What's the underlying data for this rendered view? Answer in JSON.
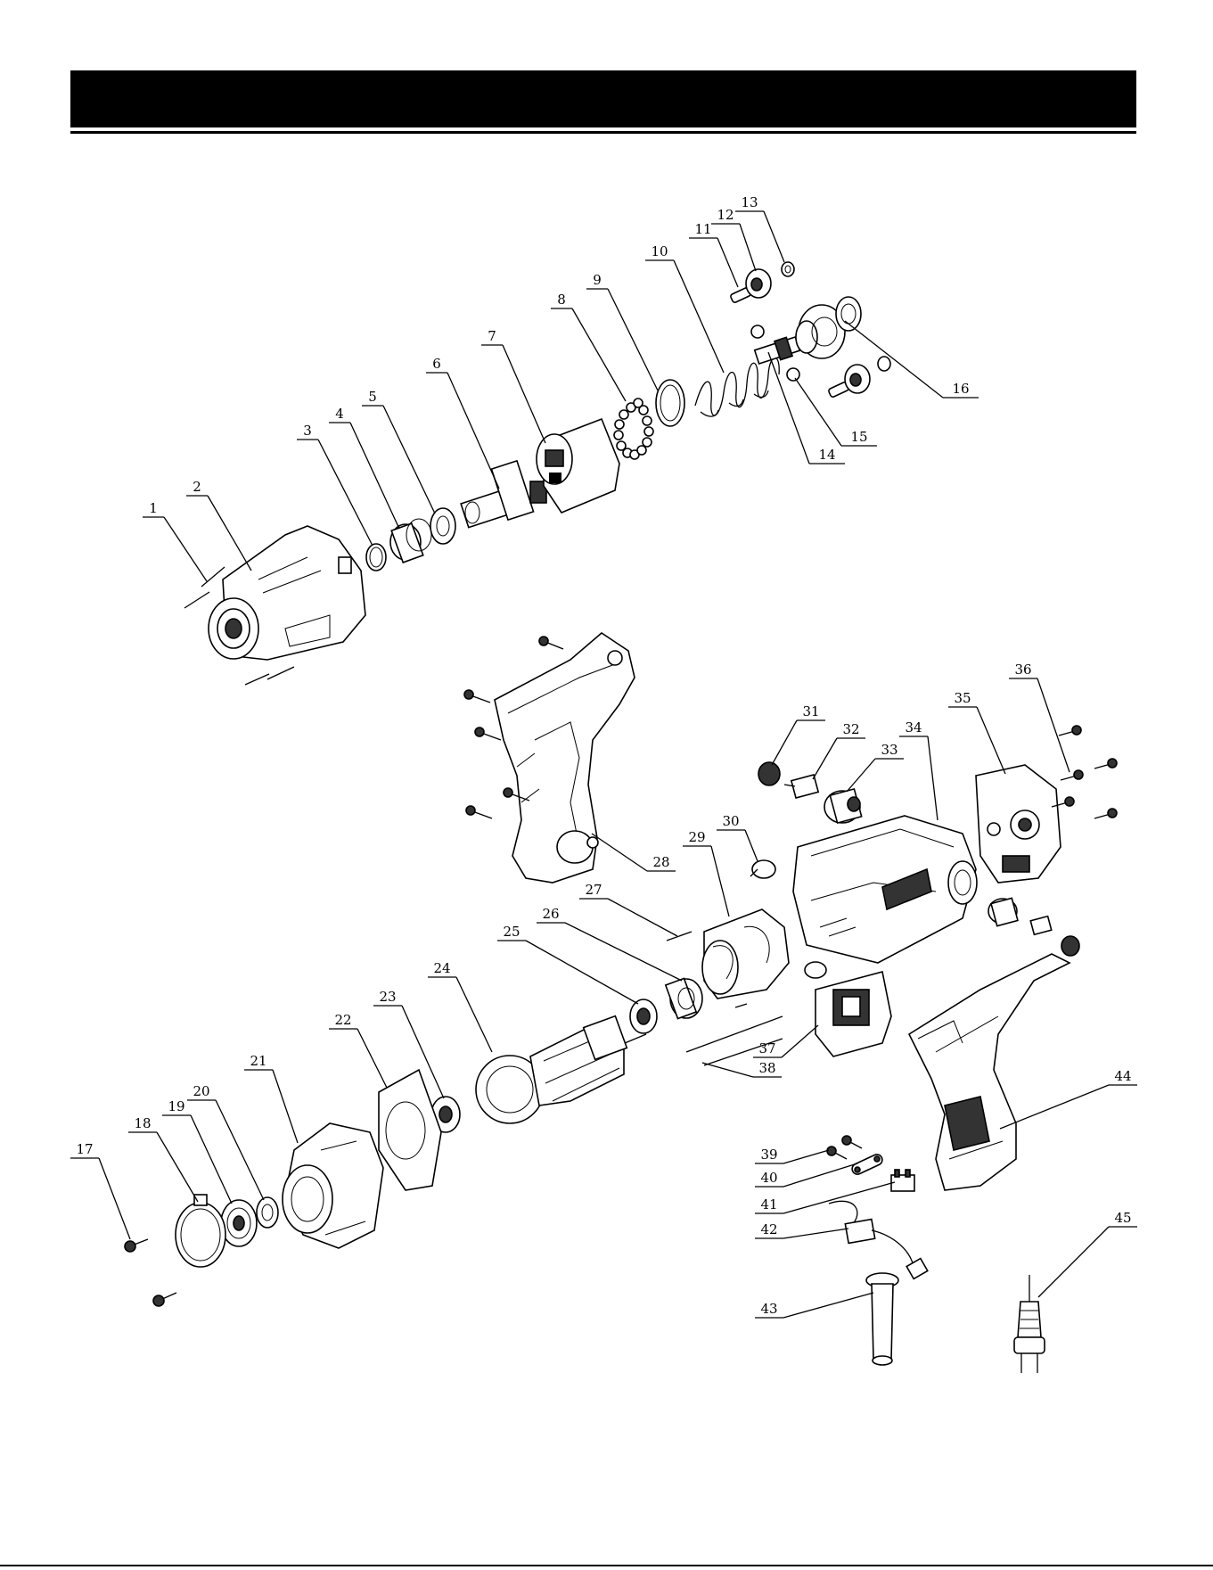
{
  "diagram": {
    "header_text": "",
    "parts": [
      {
        "id": "1",
        "label": "1"
      },
      {
        "id": "2",
        "label": "2"
      },
      {
        "id": "3",
        "label": "3"
      },
      {
        "id": "4",
        "label": "4"
      },
      {
        "id": "5",
        "label": "5"
      },
      {
        "id": "6",
        "label": "6"
      },
      {
        "id": "7",
        "label": "7"
      },
      {
        "id": "8",
        "label": "8"
      },
      {
        "id": "9",
        "label": "9"
      },
      {
        "id": "10",
        "label": "10"
      },
      {
        "id": "11",
        "label": "11"
      },
      {
        "id": "12",
        "label": "12"
      },
      {
        "id": "13",
        "label": "13"
      },
      {
        "id": "14",
        "label": "14"
      },
      {
        "id": "15",
        "label": "15"
      },
      {
        "id": "16",
        "label": "16"
      },
      {
        "id": "17",
        "label": "17"
      },
      {
        "id": "18",
        "label": "18"
      },
      {
        "id": "19",
        "label": "19"
      },
      {
        "id": "20",
        "label": "20"
      },
      {
        "id": "21",
        "label": "21"
      },
      {
        "id": "22",
        "label": "22"
      },
      {
        "id": "23",
        "label": "23"
      },
      {
        "id": "24",
        "label": "24"
      },
      {
        "id": "25",
        "label": "25"
      },
      {
        "id": "26",
        "label": "26"
      },
      {
        "id": "27",
        "label": "27"
      },
      {
        "id": "28",
        "label": "28"
      },
      {
        "id": "29",
        "label": "29"
      },
      {
        "id": "30",
        "label": "30"
      },
      {
        "id": "31",
        "label": "31"
      },
      {
        "id": "32",
        "label": "32"
      },
      {
        "id": "33",
        "label": "33"
      },
      {
        "id": "34",
        "label": "34"
      },
      {
        "id": "35",
        "label": "35"
      },
      {
        "id": "36",
        "label": "36"
      },
      {
        "id": "37",
        "label": "37"
      },
      {
        "id": "38",
        "label": "38"
      },
      {
        "id": "39",
        "label": "39"
      },
      {
        "id": "40",
        "label": "40"
      },
      {
        "id": "41",
        "label": "41"
      },
      {
        "id": "42",
        "label": "42"
      },
      {
        "id": "43",
        "label": "43"
      },
      {
        "id": "44",
        "label": "44"
      },
      {
        "id": "45",
        "label": "45"
      }
    ]
  }
}
